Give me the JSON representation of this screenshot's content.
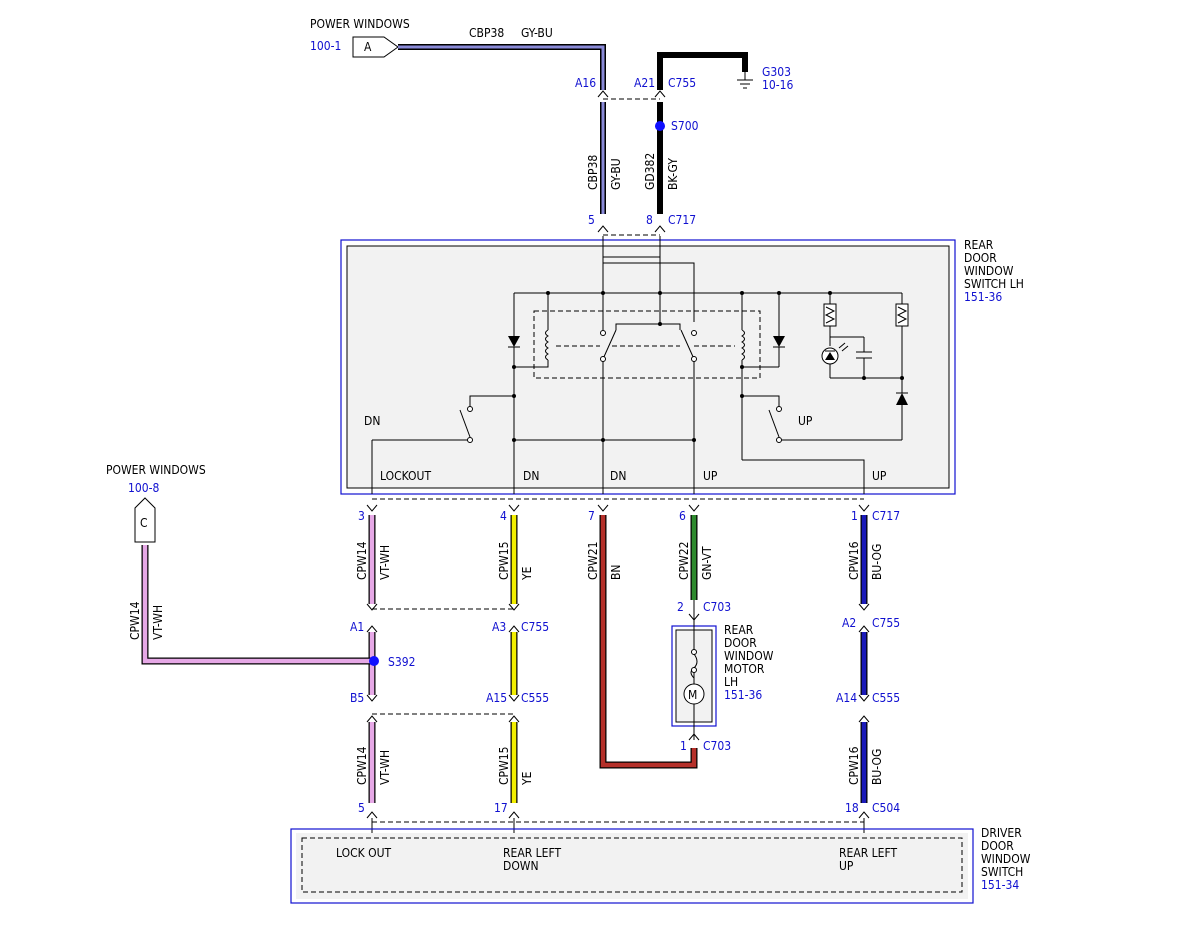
{
  "colors": {
    "VT-WH": "#e6a8e6",
    "YE": "#f2ee00",
    "BN": "#b5302a",
    "GN-VT": "#2e8a2e",
    "BU-OG": "#1a1ab8",
    "GY-BU": "#8a8ad8",
    "BK-GY": "#000000",
    "ref_blue": "#1010d0",
    "splice": "#1010ff"
  },
  "refs": {
    "pw_a": {
      "title": "POWER WINDOWS",
      "page": "100-1",
      "letter": "A"
    },
    "pw_c": {
      "title": "POWER WINDOWS",
      "page": "100-8",
      "letter": "C"
    },
    "ground": {
      "id": "G303",
      "page": "10-16"
    }
  },
  "top_wires": {
    "w1": {
      "circuit": "CBP38",
      "color": "GY-BU"
    },
    "w2": {
      "circuit": "GD382",
      "color": "BK-GY"
    }
  },
  "top_pins": {
    "a16": "A16",
    "a21": "A21",
    "c755": "C755",
    "s700": "S700",
    "p5": "5",
    "p8": "8",
    "c717": "C717"
  },
  "rear_switch": {
    "title_lines": [
      "REAR",
      "DOOR",
      "WINDOW",
      "SWITCH LH"
    ],
    "page": "151-36",
    "dn": "DN",
    "up": "UP",
    "out_labels": [
      "LOCKOUT",
      "DN",
      "DN",
      "UP",
      "UP"
    ]
  },
  "wires": [
    {
      "pin": "3",
      "circuit": "CPW14",
      "color": "VT-WH"
    },
    {
      "pin": "4",
      "circuit": "CPW15",
      "color": "YE"
    },
    {
      "pin": "7",
      "circuit": "CPW21",
      "color": "BN"
    },
    {
      "pin": "6",
      "circuit": "CPW22",
      "color": "GN-VT"
    },
    {
      "pin": "1",
      "circuit": "CPW16",
      "color": "BU-OG",
      "connector": "C717"
    }
  ],
  "side_wire": {
    "circuit": "CPW14",
    "color": "VT-WH",
    "splice": "S392"
  },
  "mid_pins": {
    "a1": "A1",
    "a3": "A3",
    "c755": "C755",
    "b5": "B5",
    "a15": "A15",
    "c555": "C555",
    "a2": "A2",
    "c755b": "C755",
    "a14": "A14",
    "c555b": "C555"
  },
  "motor": {
    "title_lines": [
      "REAR",
      "DOOR",
      "WINDOW",
      "MOTOR",
      "LH"
    ],
    "page": "151-36",
    "pin_top": "2",
    "conn_top": "C703",
    "pin_bot": "1",
    "conn_bot": "C703",
    "symbol": "M"
  },
  "lower_wires": [
    {
      "circuit": "CPW14",
      "color": "VT-WH",
      "pin": "5"
    },
    {
      "circuit": "CPW15",
      "color": "YE",
      "pin": "17"
    },
    {
      "circuit": "CPW16",
      "color": "BU-OG",
      "pin": "18",
      "connector": "C504"
    }
  ],
  "driver_switch": {
    "title_lines": [
      "DRIVER",
      "DOOR",
      "WINDOW",
      "SWITCH"
    ],
    "page": "151-34",
    "labels": [
      "LOCK OUT",
      "REAR LEFT",
      "DOWN",
      "REAR LEFT",
      "UP"
    ]
  }
}
